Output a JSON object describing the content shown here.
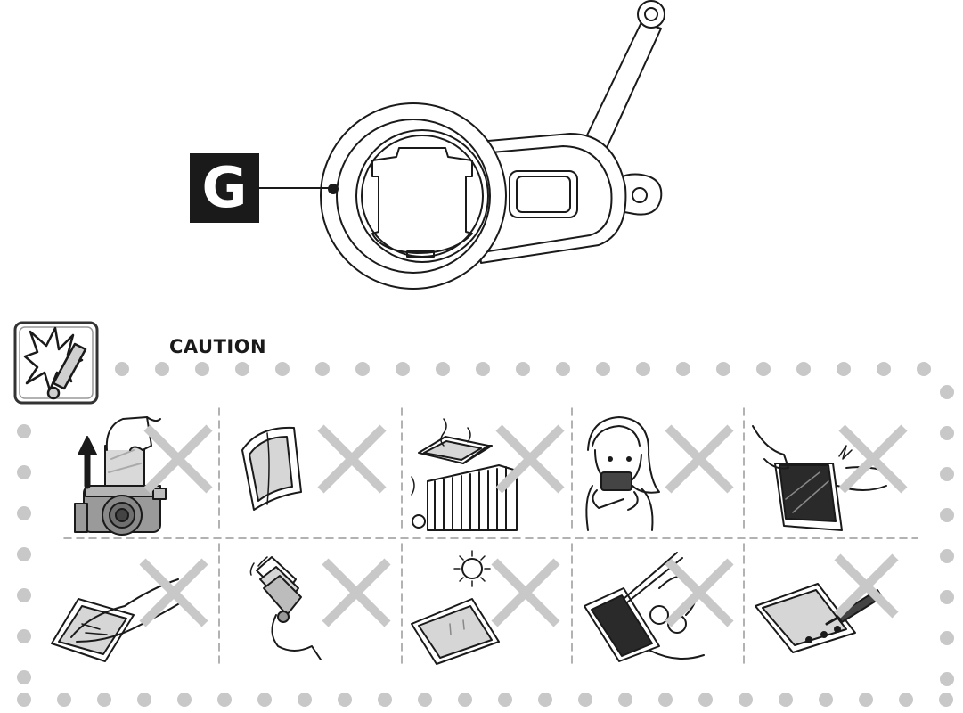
{
  "part_label": "G",
  "caution_heading": "CAUTION",
  "icons": {
    "warning": "caution-explosion-icon",
    "prohibited": "prohibition-x-mark"
  },
  "colors": {
    "ink": "#1a1a1a",
    "cross": "#c8c8c8",
    "dots": "#c8c8c8",
    "dash": "#999999",
    "print_gray": "#9a9a9a"
  },
  "panels": [
    "do-not-pull-film-out-while-ejecting",
    "do-not-bend-film",
    "do-not-place-near-heater",
    "do-not-put-film-in-mouth",
    "do-not-peel-film-apart",
    "do-not-press-on-film",
    "do-not-shake-film",
    "do-not-leave-in-sunlight",
    "do-not-cut-film",
    "do-not-puncture-film"
  ]
}
